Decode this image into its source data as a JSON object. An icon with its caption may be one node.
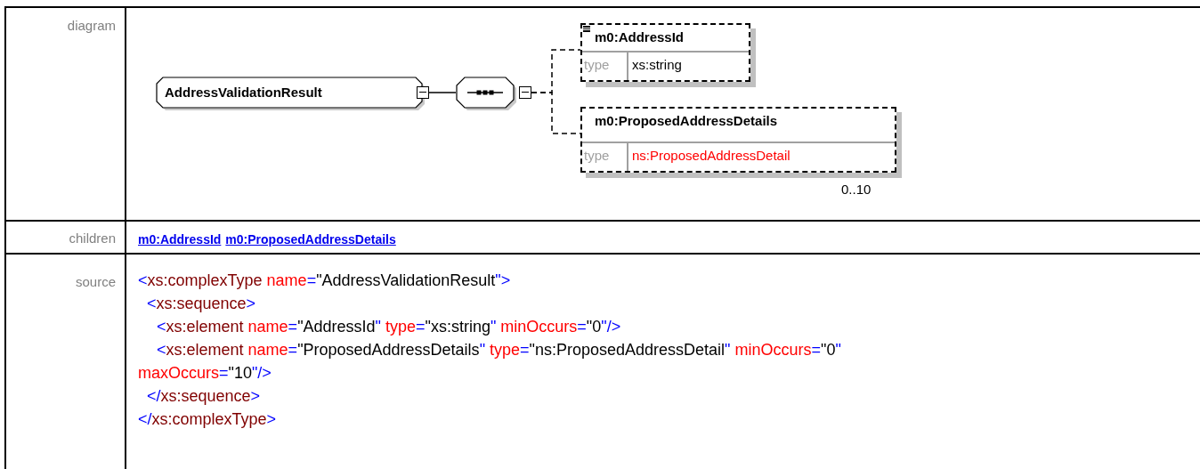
{
  "diagram": {
    "nodes": [
      {
        "text": [
          "AddressValidationResult"
        ]
      },
      {
        "text": [],
        "shape": "octagon"
      },
      {
        "text": [
          "m0:AddressId",
          "type",
          "xs:string"
        ]
      },
      {
        "text": [
          "m0:ProposedAddressDetails",
          "type",
          "ns:ProposedAddressDetail"
        ],
        "beside": [
          "0..10"
        ]
      }
    ],
    "edges": [
      {
        "from": 0,
        "to": 1,
        "arrow": "none"
      },
      {
        "from": 1,
        "to": 2,
        "arrow": "none",
        "style": "dashed"
      },
      {
        "from": 1,
        "to": 3,
        "arrow": "none",
        "style": "dashed"
      }
    ],
    "labels": [
      "diagram",
      "children",
      "m0:AddressId",
      "m0:ProposedAddressDetails",
      "source",
      "<xs:complexType name=\"AddressValidationResult\">",
      "<xs:sequence>",
      "<xs:element name=\"AddressId\" type=\"xs:string\" minOccurs=\"0\"/>",
      "<xs:element name=\"ProposedAddressDetails\" type=\"ns:ProposedAddressDetail\" minOccurs=\"0\" maxOccurs=\"10\"/>",
      "</xs:sequence>",
      "</xs:complexType>"
    ]
  }
}
